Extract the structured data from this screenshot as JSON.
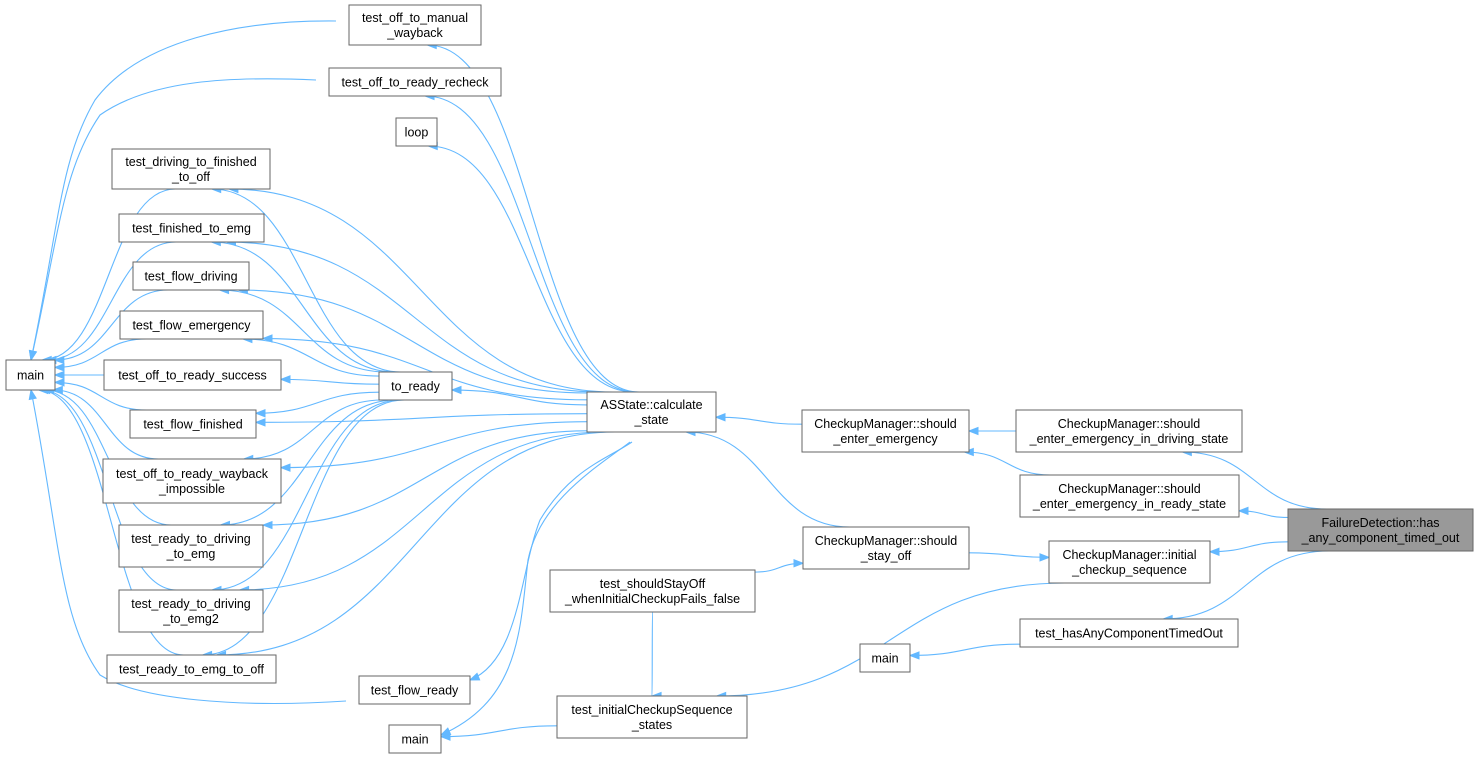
{
  "nodes": [
    {
      "id": "main_left",
      "lines": [
        "main"
      ]
    },
    {
      "id": "t_off_manual",
      "lines": [
        "test_off_to_manual",
        "_wayback"
      ]
    },
    {
      "id": "t_off_recheck",
      "lines": [
        "test_off_to_ready_recheck"
      ]
    },
    {
      "id": "loop",
      "lines": [
        "loop"
      ]
    },
    {
      "id": "t_drv_fin_off",
      "lines": [
        "test_driving_to_finished",
        "_to_off"
      ]
    },
    {
      "id": "t_fin_emg",
      "lines": [
        "test_finished_to_emg"
      ]
    },
    {
      "id": "t_flow_drv",
      "lines": [
        "test_flow_driving"
      ]
    },
    {
      "id": "t_flow_emg",
      "lines": [
        "test_flow_emergency"
      ]
    },
    {
      "id": "t_off_success",
      "lines": [
        "test_off_to_ready_success"
      ]
    },
    {
      "id": "t_flow_fin",
      "lines": [
        "test_flow_finished"
      ]
    },
    {
      "id": "t_off_wayback_imp",
      "lines": [
        "test_off_to_ready_wayback",
        "_impossible"
      ]
    },
    {
      "id": "t_rdy_drv_emg",
      "lines": [
        "test_ready_to_driving",
        "_to_emg"
      ]
    },
    {
      "id": "t_rdy_drv_emg2",
      "lines": [
        "test_ready_to_driving",
        "_to_emg2"
      ]
    },
    {
      "id": "t_rdy_emg_off",
      "lines": [
        "test_ready_to_emg_to_off"
      ]
    },
    {
      "id": "t_flow_ready",
      "lines": [
        "test_flow_ready"
      ]
    },
    {
      "id": "to_ready",
      "lines": [
        "to_ready"
      ]
    },
    {
      "id": "calc_state",
      "lines": [
        "ASState::calculate",
        "_state"
      ]
    },
    {
      "id": "main_bottom",
      "lines": [
        "main"
      ]
    },
    {
      "id": "t_initchk_states",
      "lines": [
        "test_initialCheckupSequence",
        "_states"
      ]
    },
    {
      "id": "t_stayoff",
      "lines": [
        "test_shouldStayOff",
        "_whenInitialCheckupFails_false"
      ]
    },
    {
      "id": "cm_enter_emg",
      "lines": [
        "CheckupManager::should",
        "_enter_emergency"
      ]
    },
    {
      "id": "cm_stay_off",
      "lines": [
        "CheckupManager::should",
        "_stay_off"
      ]
    },
    {
      "id": "cm_emg_driving",
      "lines": [
        "CheckupManager::should",
        "_enter_emergency_in_driving_state"
      ]
    },
    {
      "id": "cm_emg_ready",
      "lines": [
        "CheckupManager::should",
        "_enter_emergency_in_ready_state"
      ]
    },
    {
      "id": "cm_initial",
      "lines": [
        "CheckupManager::initial",
        "_checkup_sequence"
      ]
    },
    {
      "id": "t_hasany",
      "lines": [
        "test_hasAnyComponentTimedOut"
      ]
    },
    {
      "id": "main_right",
      "lines": [
        "main"
      ]
    },
    {
      "id": "fd_hasany",
      "lines": [
        "FailureDetection::has",
        "_any_component_timed_out"
      ],
      "focus": true
    }
  ],
  "edges": [
    {
      "from": "main_left",
      "to": "t_off_manual"
    },
    {
      "from": "main_left",
      "to": "t_off_recheck"
    },
    {
      "from": "main_left",
      "to": "t_drv_fin_off"
    },
    {
      "from": "main_left",
      "to": "t_fin_emg"
    },
    {
      "from": "main_left",
      "to": "t_flow_drv"
    },
    {
      "from": "main_left",
      "to": "t_flow_emg"
    },
    {
      "from": "main_left",
      "to": "t_off_success"
    },
    {
      "from": "main_left",
      "to": "t_flow_fin"
    },
    {
      "from": "main_left",
      "to": "t_off_wayback_imp"
    },
    {
      "from": "main_left",
      "to": "t_rdy_drv_emg"
    },
    {
      "from": "main_left",
      "to": "t_rdy_drv_emg2"
    },
    {
      "from": "main_left",
      "to": "t_rdy_emg_off"
    },
    {
      "from": "main_left",
      "to": "t_flow_ready"
    },
    {
      "from": "t_drv_fin_off",
      "to": "to_ready"
    },
    {
      "from": "t_fin_emg",
      "to": "to_ready"
    },
    {
      "from": "t_flow_drv",
      "to": "to_ready"
    },
    {
      "from": "t_flow_emg",
      "to": "to_ready"
    },
    {
      "from": "t_off_success",
      "to": "to_ready"
    },
    {
      "from": "t_flow_fin",
      "to": "to_ready"
    },
    {
      "from": "t_off_wayback_imp",
      "to": "to_ready"
    },
    {
      "from": "t_rdy_drv_emg",
      "to": "to_ready"
    },
    {
      "from": "t_rdy_drv_emg2",
      "to": "to_ready"
    },
    {
      "from": "t_rdy_emg_off",
      "to": "to_ready"
    },
    {
      "from": "t_off_manual",
      "to": "calc_state"
    },
    {
      "from": "t_off_recheck",
      "to": "calc_state"
    },
    {
      "from": "loop",
      "to": "calc_state"
    },
    {
      "from": "t_drv_fin_off",
      "to": "calc_state"
    },
    {
      "from": "t_fin_emg",
      "to": "calc_state"
    },
    {
      "from": "t_flow_drv",
      "to": "calc_state"
    },
    {
      "from": "t_flow_emg",
      "to": "calc_state"
    },
    {
      "from": "to_ready",
      "to": "calc_state"
    },
    {
      "from": "t_flow_fin",
      "to": "calc_state"
    },
    {
      "from": "t_off_wayback_imp",
      "to": "calc_state"
    },
    {
      "from": "t_rdy_drv_emg",
      "to": "calc_state"
    },
    {
      "from": "t_rdy_drv_emg2",
      "to": "calc_state"
    },
    {
      "from": "t_rdy_emg_off",
      "to": "calc_state"
    },
    {
      "from": "t_flow_ready",
      "to": "calc_state"
    },
    {
      "from": "main_bottom",
      "to": "calc_state"
    },
    {
      "from": "calc_state",
      "to": "cm_enter_emg"
    },
    {
      "from": "calc_state",
      "to": "cm_stay_off"
    },
    {
      "from": "cm_enter_emg",
      "to": "cm_emg_driving"
    },
    {
      "from": "cm_enter_emg",
      "to": "cm_emg_ready"
    },
    {
      "from": "cm_initial",
      "to": "cm_stay_off"
    },
    {
      "from": "cm_stay_off",
      "to": "t_stayoff"
    },
    {
      "from": "main_bottom",
      "to": "t_initchk_states"
    },
    {
      "from": "t_initchk_states",
      "to": "t_stayoff"
    },
    {
      "from": "t_initchk_states",
      "to": "cm_initial"
    },
    {
      "from": "main_right",
      "to": "t_hasany"
    },
    {
      "from": "cm_emg_driving",
      "to": "fd_hasany"
    },
    {
      "from": "cm_emg_ready",
      "to": "fd_hasany"
    },
    {
      "from": "cm_initial",
      "to": "fd_hasany"
    },
    {
      "from": "t_hasany",
      "to": "fd_hasany"
    }
  ],
  "colors": {
    "edge": "#63b8ff",
    "node_border": "#666666",
    "focus_fill": "#999999"
  }
}
